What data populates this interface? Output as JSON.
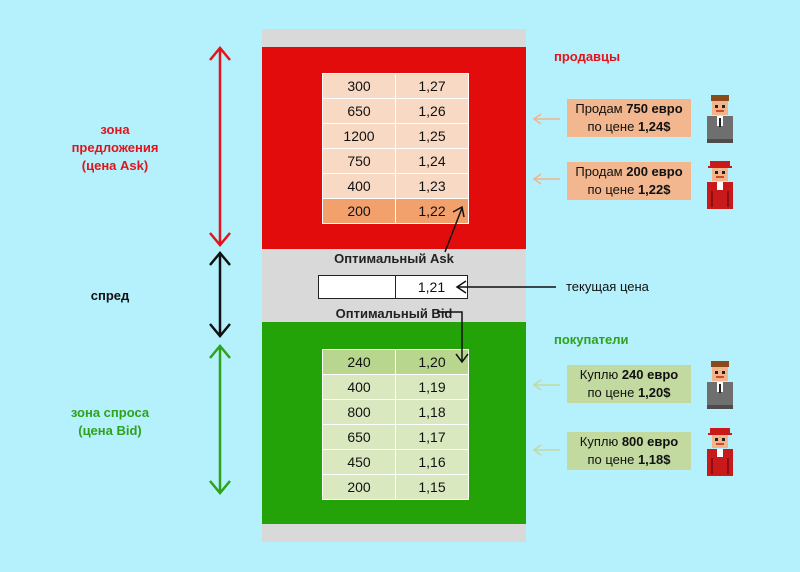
{
  "ask_book": [
    {
      "qty": "300",
      "price": "1,27"
    },
    {
      "qty": "650",
      "price": "1,26"
    },
    {
      "qty": "1200",
      "price": "1,25"
    },
    {
      "qty": "750",
      "price": "1,24"
    },
    {
      "qty": "400",
      "price": "1,23"
    },
    {
      "qty": "200",
      "price": "1,22"
    }
  ],
  "bid_book": [
    {
      "qty": "240",
      "price": "1,20"
    },
    {
      "qty": "400",
      "price": "1,19"
    },
    {
      "qty": "800",
      "price": "1,18"
    },
    {
      "qty": "650",
      "price": "1,17"
    },
    {
      "qty": "450",
      "price": "1,16"
    },
    {
      "qty": "200",
      "price": "1,15"
    }
  ],
  "current_price": "1,21",
  "labels": {
    "optimal_ask": "Оптимальный Ask",
    "optimal_bid": "Оптимальный Bid",
    "current_price": "текущая цена",
    "sellers": "продавцы",
    "buyers": "покупатели",
    "ask_zone_line1": "зона",
    "ask_zone_line2": "предложения",
    "ask_zone_line3": "(цена Ask)",
    "spread": "спред",
    "bid_zone_line1": "зона спроса",
    "bid_zone_line2": "(цена Bid)"
  },
  "sellers": [
    {
      "pre": "Продам ",
      "amount": "750 евро",
      "line2_pre": "по цене ",
      "price": "1,24$"
    },
    {
      "pre": "Продам ",
      "amount": "200 евро",
      "line2_pre": "по цене ",
      "price": "1,22$"
    }
  ],
  "buyers": [
    {
      "pre": "Куплю ",
      "amount": "240 евро",
      "line2_pre": "по цене ",
      "price": "1,20$"
    },
    {
      "pre": "Куплю ",
      "amount": "800 евро",
      "line2_pre": "по цене ",
      "price": "1,18$"
    }
  ],
  "colors": {
    "background": "#b5f0fd",
    "ask_zone": "#e20c0c",
    "bid_zone": "#23a307",
    "ask_label": "#e0151b",
    "bid_label": "#2ea31a"
  }
}
